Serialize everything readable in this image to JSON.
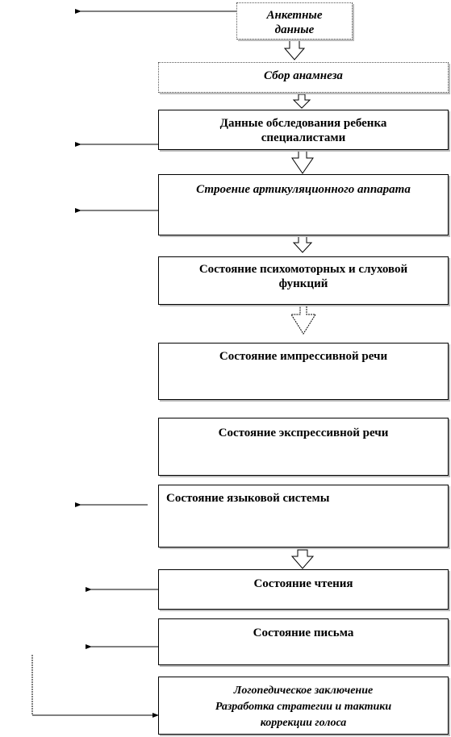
{
  "boxes": [
    {
      "id": "anketnye",
      "lines": [
        "Анкетные",
        "данные"
      ]
    },
    {
      "id": "anamnez",
      "lines": [
        "Сбор анамнеза"
      ]
    },
    {
      "id": "obsledovanie",
      "lines": [
        "Данные обследования ребенка",
        "специалистами"
      ]
    },
    {
      "id": "artikul",
      "lines": [
        "Строение артикуляционного аппарата"
      ]
    },
    {
      "id": "psikhomotor",
      "lines": [
        "Состояние психомоторных и слуховой",
        "функций"
      ]
    },
    {
      "id": "impressiv",
      "lines": [
        "Состояние импрессивной речи"
      ]
    },
    {
      "id": "ekspressiv",
      "lines": [
        "Состояние экспрессивной речи"
      ]
    },
    {
      "id": "yazykovaya",
      "lines": [
        "Состояние языковой системы"
      ]
    },
    {
      "id": "chtenie",
      "lines": [
        "Состояние чтения"
      ]
    },
    {
      "id": "pismo",
      "lines": [
        "Состояние письма"
      ]
    },
    {
      "id": "zaklyuchenie",
      "lines": [
        "Логопедическое заключение",
        "Разработка стратегии и тактики",
        "коррекции голоса"
      ]
    }
  ]
}
